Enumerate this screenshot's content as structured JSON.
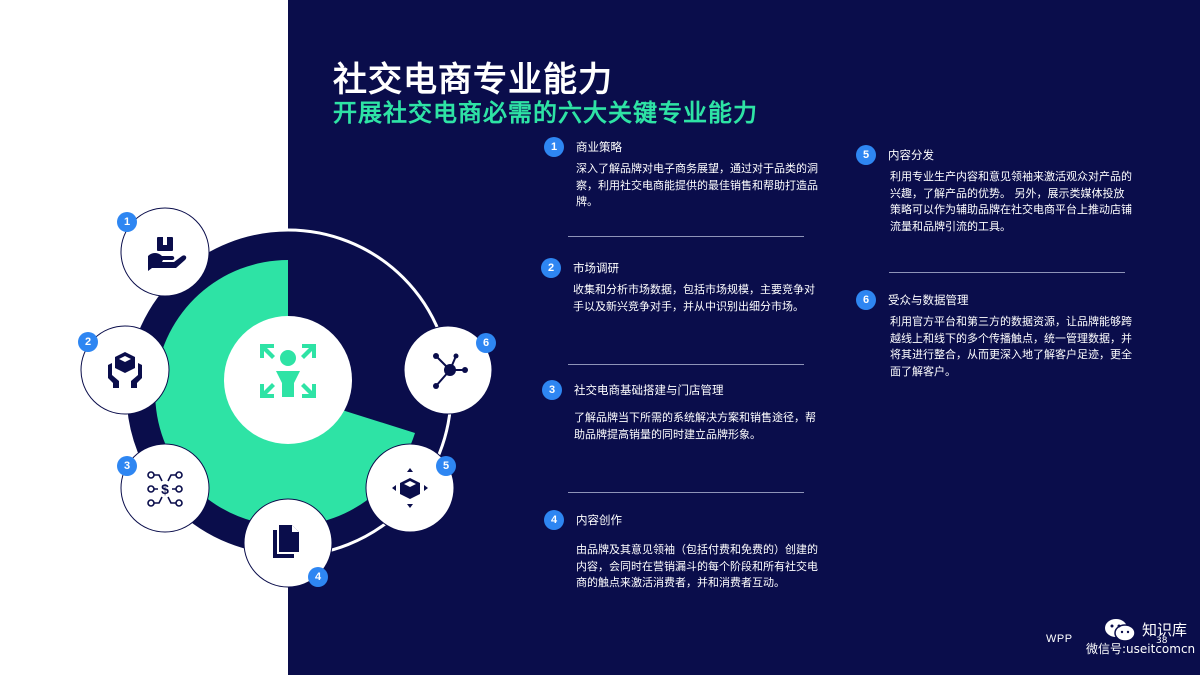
{
  "colors": {
    "navy": "#0a0d4b",
    "accent": "#2ee3a5",
    "blue": "#2e86f2"
  },
  "title": "社交电商专业能力",
  "subtitle": "开展社交电商必需的六大关键专业能力",
  "wheel": {
    "center_icon": "person-expand-arrows-icon",
    "nodes": [
      {
        "number": "1",
        "icon": "hand-holding-box-icon"
      },
      {
        "number": "2",
        "icon": "hands-cube-icon"
      },
      {
        "number": "3",
        "icon": "dollar-network-icon"
      },
      {
        "number": "4",
        "icon": "documents-icon"
      },
      {
        "number": "5",
        "icon": "cube-arrows-icon"
      },
      {
        "number": "6",
        "icon": "hub-network-icon"
      }
    ]
  },
  "items": [
    {
      "number": "1",
      "title": "商业策略",
      "text": "深入了解品牌对电子商务展望，通过对于品类的洞察，利用社交电商能提供的最佳销售和帮助打造品牌。"
    },
    {
      "number": "2",
      "title": "市场调研",
      "text": "收集和分析市场数据，包括市场规模，主要竞争对手以及新兴竞争对手，并从中识别出细分市场。"
    },
    {
      "number": "3",
      "title": "社交电商基础搭建与门店管理",
      "text": "了解品牌当下所需的系统解决方案和销售途径，帮助品牌提高销量的同时建立品牌形象。"
    },
    {
      "number": "4",
      "title": "内容创作",
      "text": "由品牌及其意见领袖（包括付费和免费的）创建的内容，会同时在营销漏斗的每个阶段和所有社交电商的触点来激活消费者，并和消费者互动。"
    },
    {
      "number": "5",
      "title": "内容分发",
      "text": "利用专业生产内容和意见领袖来激活观众对产品的兴趣，了解产品的优势。 另外，展示类媒体投放策略可以作为辅助品牌在社交电商平台上推动店铺流量和品牌引流的工具。"
    },
    {
      "number": "6",
      "title": "受众与数据管理",
      "text": "利用官方平台和第三方的数据资源，让品牌能够跨越线上和线下的多个传播触点，统一管理数据，并将其进行整合，从而更深入地了解客户足迹，更全面了解客户。"
    }
  ],
  "footer": {
    "brand": "WPP",
    "page": "38"
  },
  "watermark": {
    "name": "知识库",
    "id": "微信号:useitcomcn"
  }
}
